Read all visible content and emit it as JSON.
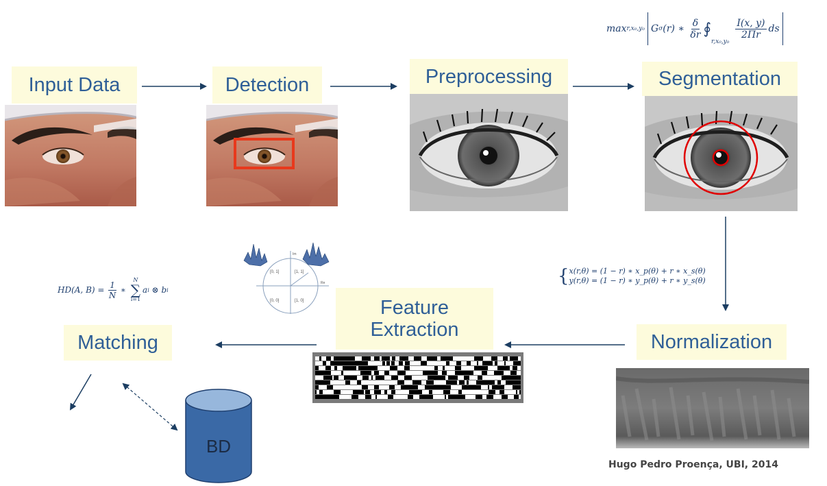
{
  "stages": {
    "input": "Input Data",
    "detection": "Detection",
    "preprocessing": "Preprocessing",
    "segmentation": "Segmentation",
    "normalization": "Normalization",
    "feature_line1": "Feature",
    "feature_line2": "Extraction",
    "matching": "Matching"
  },
  "database_label": "BD",
  "credit": "Hugo Pedro Proença, UBI, 2014",
  "formulas": {
    "segmentation_max": "max",
    "segmentation_sub": "r,x₀,y₀",
    "segmentation_body": "G",
    "segmentation_sigma": "σ",
    "segmentation_rest": "(r) ∗ ",
    "delta_num": "δ",
    "delta_den": "δr",
    "integral": "∮",
    "integral_sub": "r,x₀,y₀",
    "frac_num": "I(x, y)",
    "frac_den": "2Πr",
    "ds": "ds",
    "norm_x": "x(r,θ) = (1 − r) ∗ x_p(θ) + r ∗ x_s(θ)",
    "norm_y": "y(r,θ) = (1 − r) ∗ y_p(θ) + r ∗ y_s(θ)",
    "hd_left": "HD(A, B) = ",
    "hd_frac_num": "1",
    "hd_frac_den": "N",
    "hd_mult": " ∗ ",
    "hd_sum": "∑",
    "hd_sum_top": "N",
    "hd_sum_bottom": "i=1",
    "hd_body": "a",
    "hd_sub_i": "i",
    "hd_otimes": " ⊗ b",
    "hd_sub_i2": "i"
  },
  "quadrants": {
    "q01": "[0, 1]",
    "q11": "[1, 1]",
    "q00": "[0, 0]",
    "q10": "[1, 0]",
    "im": "Im",
    "re": "Re"
  },
  "colors": {
    "label_bg": "#fdfbdc",
    "label_text": "#2f5f97",
    "arrow": "#1c3e62",
    "detection_box": "#e8391c",
    "segmentation_circle": "#e00000",
    "database_fill": "#3a69a6",
    "database_top": "#97b7dc"
  }
}
